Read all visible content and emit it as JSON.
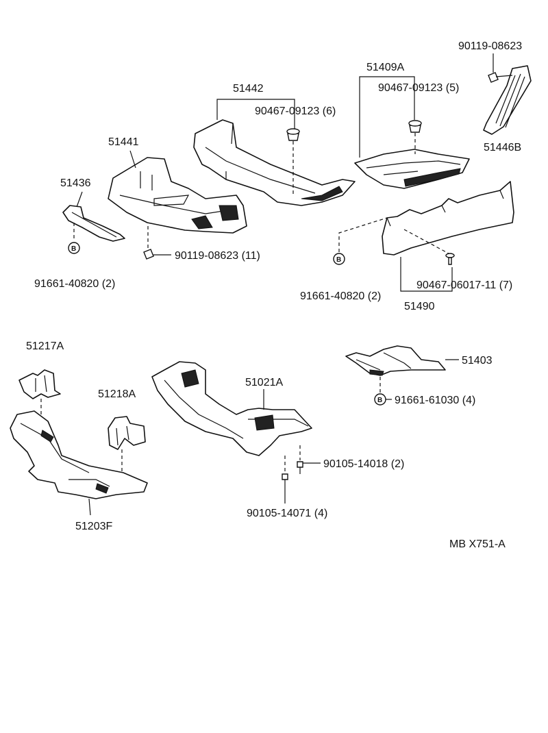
{
  "labels": {
    "p51442": "51442",
    "p51409a": "51409A",
    "p90119_top": "90119-08623",
    "p90467_09123_6": "90467-09123 (6)",
    "p90467_09123_5": "90467-09123 (5)",
    "p51441": "51441",
    "p51436": "51436",
    "p51446b": "51446B",
    "p90119_11": "90119-08623 (11)",
    "p91661_left": "91661-40820 (2)",
    "p91661_mid": "91661-40820 (2)",
    "p90467_06017": "90467-06017-11 (7)",
    "p51490": "51490",
    "p51217a": "51217A",
    "p51403": "51403",
    "p51021a": "51021A",
    "p51218a": "51218A",
    "p91661_61030": "91661-61030 (4)",
    "p90105_14018": "90105-14018 (2)",
    "p90105_14071": "90105-14071 (4)",
    "p51203f": "51203F",
    "ref_code": "MB X751-A"
  },
  "badge": "B"
}
